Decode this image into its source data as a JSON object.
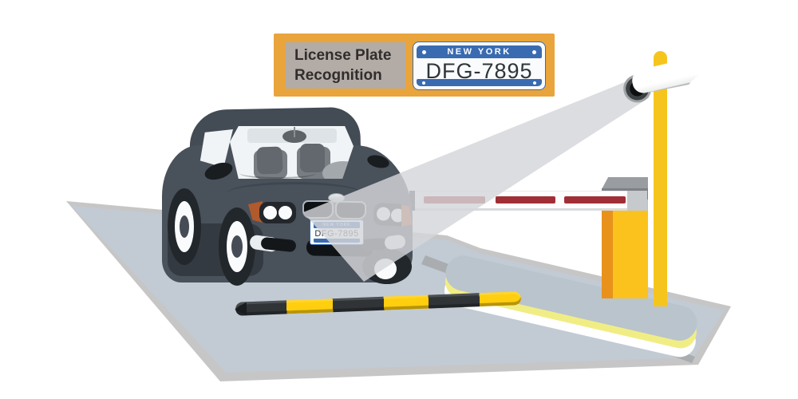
{
  "sign": {
    "line1": "License Plate",
    "line2": "Recognition"
  },
  "plate": {
    "state": "NEW YORK",
    "number": "DFG-7895"
  },
  "scene": {
    "objects": [
      "road",
      "traffic-island",
      "speed-bump",
      "car",
      "barrier-gate",
      "camera-pole",
      "security-camera",
      "scan-beam",
      "lpr-sign"
    ]
  },
  "colors": {
    "sign_frame": "#E9A43C",
    "sign_panel": "#B3ACA6",
    "plate_blue": "#3A6BB1",
    "plate_text": "#2F3438",
    "road": "#C2CBD4",
    "road_border": "#C6C6C6",
    "island_top": "#B9C4CD",
    "island_curb_yellow": "#F1ED85",
    "pole_yellow": "#F6C51D",
    "post_yellow": "#FBC21E",
    "post_orange": "#E8921C",
    "barrier_dash_red": "#A02F35",
    "bump_yellow": "#FFCE0E",
    "bump_black": "#303436",
    "car_body": "#49515B",
    "beam": "#D4D6D9"
  }
}
